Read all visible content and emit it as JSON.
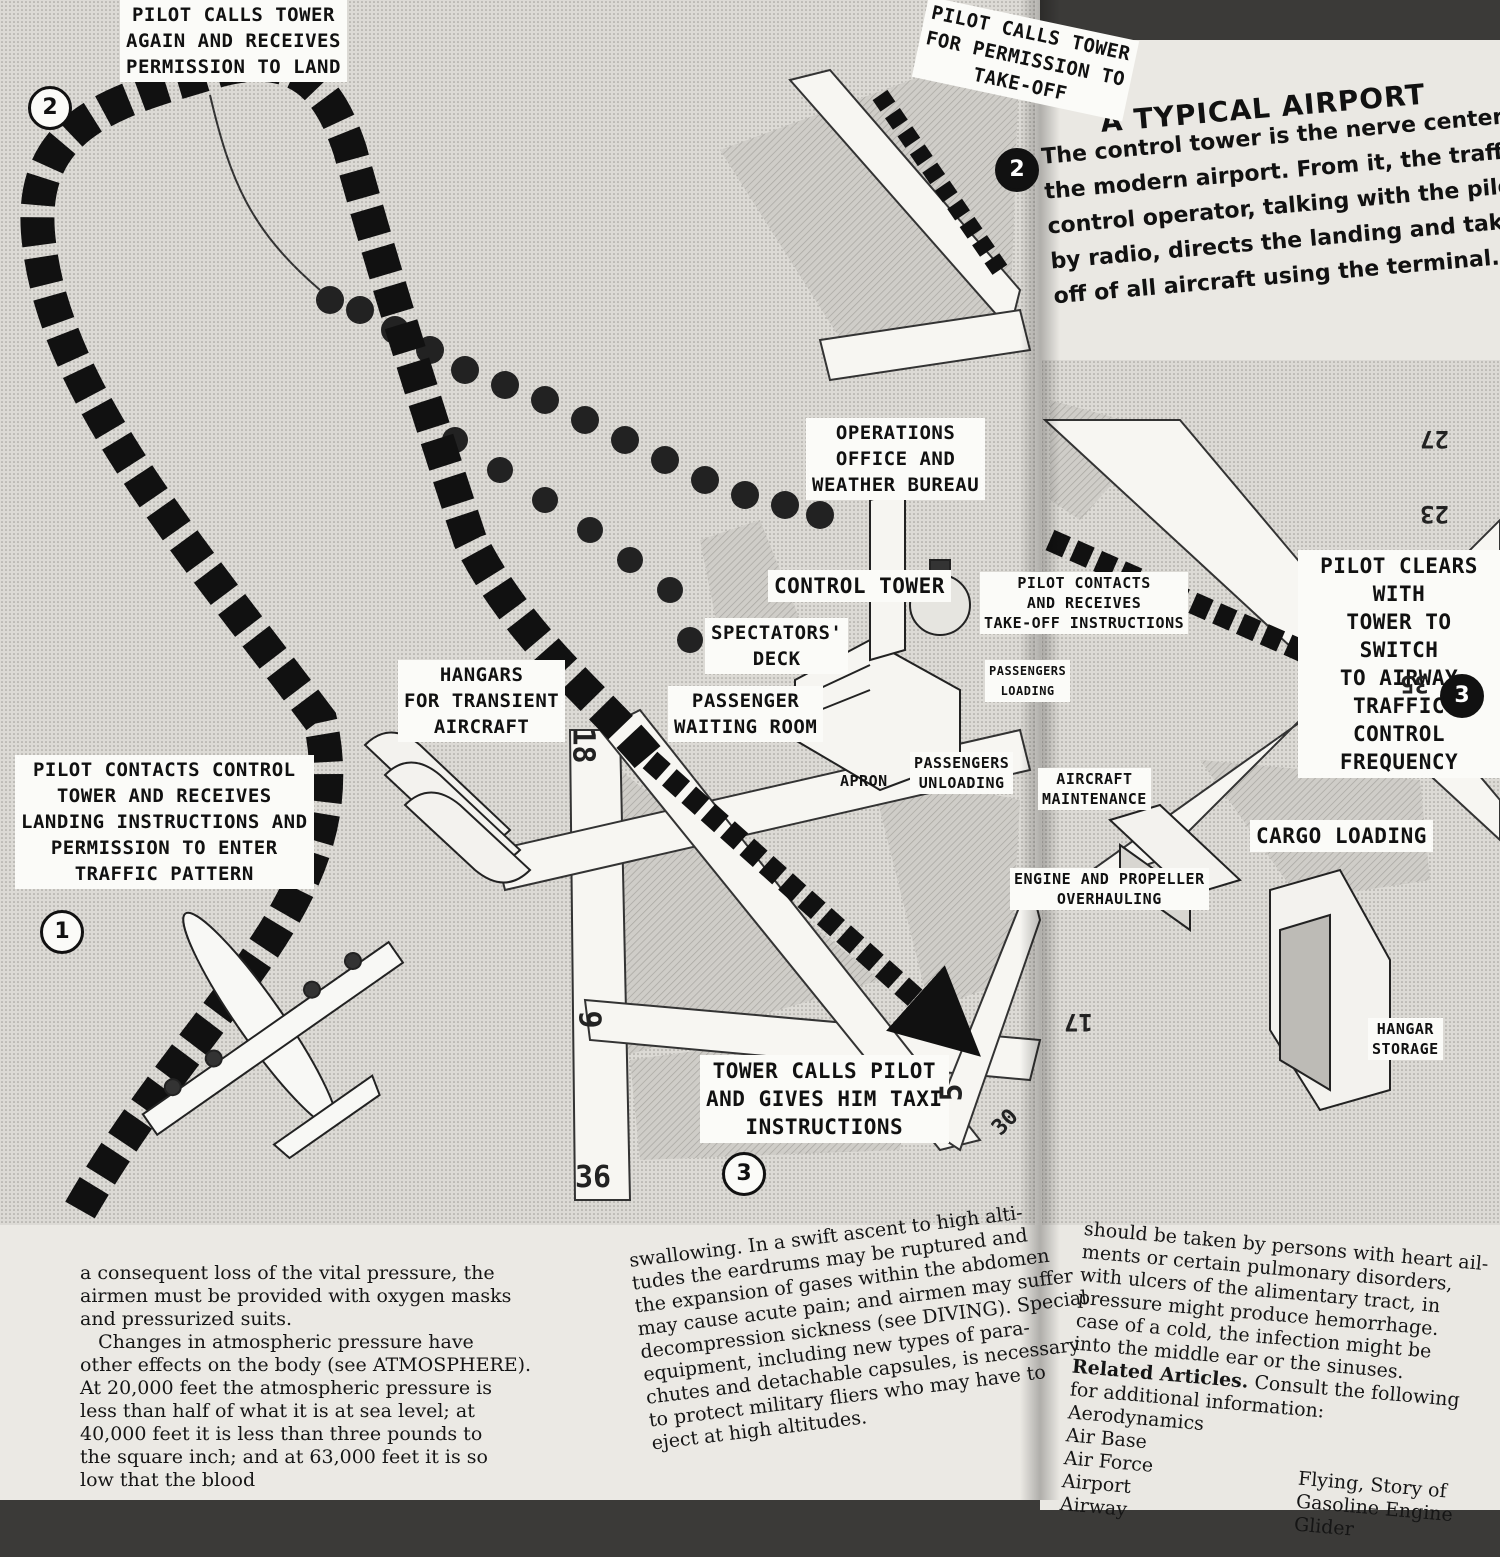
{
  "diagram": {
    "title": "A TYPICAL AIRPORT",
    "intro_lines": [
      "The control tower is the nerve center of",
      "the modern airport. From it, the traffic-",
      "control operator, talking with the pilots",
      "by radio, directs the landing and take-",
      "off of all aircraft using the terminal."
    ],
    "landing": {
      "step1_text": "PILOT CONTACTS CONTROL TOWER AND RECEIVES LANDING INSTRUCTIONS AND PERMISSION TO ENTER TRAFFIC PATTERN",
      "step1_lines": [
        "PILOT CONTACTS CONTROL",
        "TOWER AND RECEIVES",
        "LANDING INSTRUCTIONS AND",
        "PERMISSION TO ENTER",
        "TRAFFIC PATTERN"
      ],
      "step1_num": "1",
      "step2_lines": [
        "PILOT CALLS TOWER",
        "AGAIN AND RECEIVES",
        "PERMISSION TO LAND"
      ],
      "step2_num": "2",
      "step3_lines": [
        "TOWER CALLS PILOT",
        "AND GIVES HIM TAXI",
        "INSTRUCTIONS"
      ],
      "step3_num": "3"
    },
    "takeoff": {
      "step2_lines": [
        "PILOT CALLS TOWER",
        "FOR PERMISSION TO",
        "TAKE-OFF"
      ],
      "step2_num": "2",
      "step3_lines": [
        "PILOT CLEARS WITH",
        "TOWER TO SWITCH",
        "TO AIRWAY TRAFFIC",
        "CONTROL FREQUENCY"
      ],
      "step3_num": "3",
      "pilot_contacts_lines": [
        "PILOT CONTACTS",
        "AND RECEIVES",
        "TAKE-OFF INSTRUCTIONS"
      ]
    },
    "facilities": {
      "operations": [
        "OPERATIONS",
        "OFFICE AND",
        "WEATHER BUREAU"
      ],
      "control_tower": "CONTROL TOWER",
      "spectators": [
        "SPECTATORS'",
        "DECK"
      ],
      "waiting_room": [
        "PASSENGER",
        "WAITING ROOM"
      ],
      "hangars_transient": [
        "HANGARS",
        "FOR TRANSIENT",
        "AIRCRAFT"
      ],
      "apron": "APRON",
      "passengers_unloading": [
        "PASSENGERS",
        "UNLOADING"
      ],
      "passengers_loading": [
        "PASSENGERS",
        "LOADING"
      ],
      "aircraft_maintenance": [
        "AIRCRAFT",
        "MAINTENANCE"
      ],
      "engine_overhauling": [
        "ENGINE AND PROPELLER",
        "OVERHAULING"
      ],
      "cargo_loading": "CARGO LOADING",
      "hangar_storage": [
        "HANGAR",
        "STORAGE"
      ]
    },
    "runways": [
      "18",
      "9",
      "36",
      "5",
      "30",
      "27",
      "23",
      "35",
      "17"
    ]
  },
  "text": {
    "col1": [
      "a consequent loss of the vital pressure, the",
      "airmen must be provided with oxygen masks",
      "and pressurized suits.",
      "   Changes in atmospheric pressure have",
      "other effects on the body (see ATMOSPHERE).",
      "At 20,000 feet the atmospheric pressure is",
      "less than half of what it is at sea level; at",
      "40,000 feet it is less than three pounds to",
      "the square inch; and at 63,000 feet it is so",
      "low that the blood"
    ],
    "col2": [
      "swallowing. In a swift ascent to high alti-",
      "tudes the eardrums may be ruptured and",
      "the expansion of gases within the abdomen",
      "may cause acute pain; and airmen may suffer",
      "decompression sickness (see DIVING). Special",
      "equipment, including new types of para-",
      "chutes and detachable capsules, is necessary",
      "to protect military fliers who may have to",
      "eject at high altitudes."
    ],
    "col3": [
      "should be taken by persons with heart ail-",
      "ments or certain pulmonary disorders,",
      "with ulcers of the alimentary tract, in",
      "pressure might produce hemorrhage.",
      "case of a cold, the infection might be",
      "into the middle ear or the sinuses."
    ],
    "related_heading": "Related Articles.",
    "related_intro": "Consult the following",
    "related_intro2": "for additional information:",
    "related_left": [
      "Aerodynamics",
      "Air Base",
      "Air Force",
      "Airport",
      "Airway"
    ],
    "related_right": [
      "Flying, Story of",
      "Gasoline Engine",
      "Glider"
    ]
  }
}
